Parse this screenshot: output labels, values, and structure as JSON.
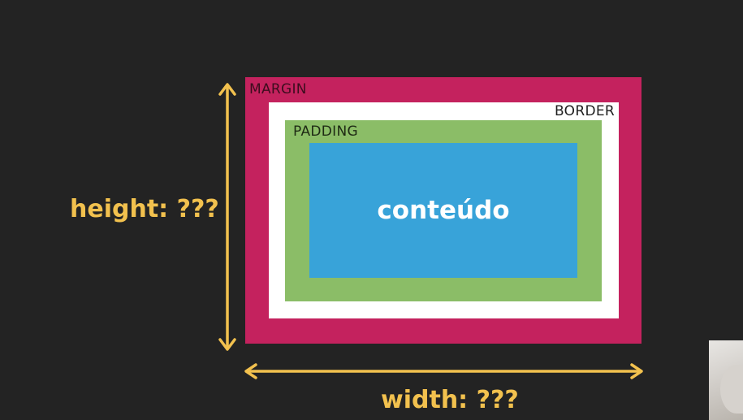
{
  "diagram": {
    "margin_label": "MARGIN",
    "border_label": "BORDER",
    "padding_label": "PADDING",
    "content_label": "conteúdo",
    "height_label": "height: ???",
    "width_label": "width: ???"
  },
  "colors": {
    "background": "#232323",
    "margin": "#c4225e",
    "border": "#ffffff",
    "padding": "#8bbd67",
    "content": "#38a3d9",
    "accent": "#f2c14e"
  },
  "icons": {
    "height_arrow": "double-headed-vertical-arrow-icon",
    "width_arrow": "double-headed-horizontal-arrow-icon"
  }
}
